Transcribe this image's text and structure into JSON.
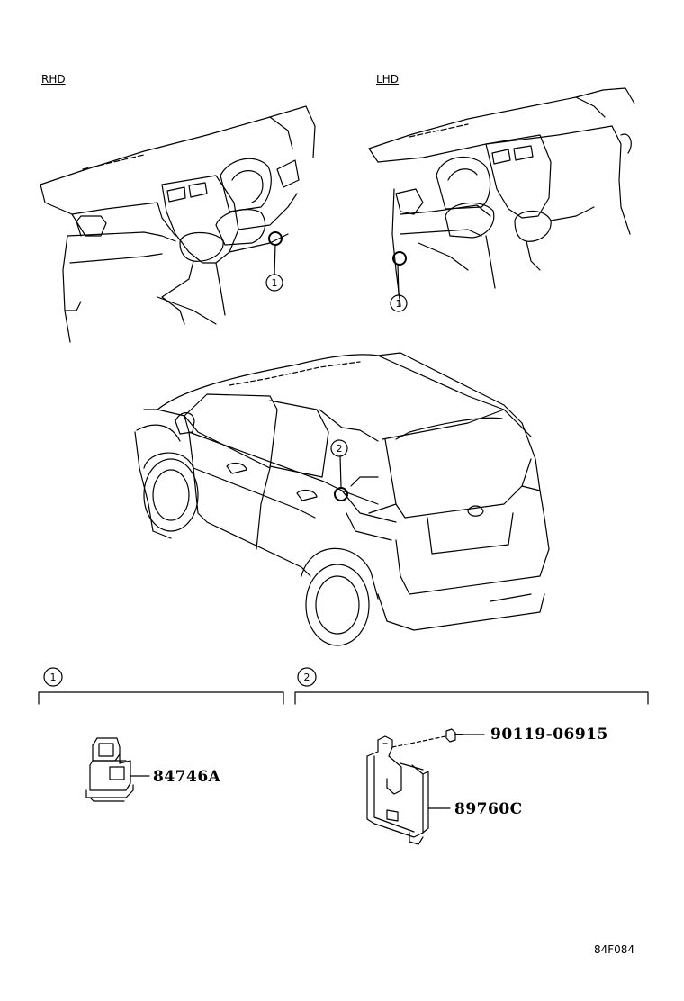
{
  "views": {
    "rhd_label": "RHD",
    "lhd_label": "LHD"
  },
  "callouts": {
    "c1": "1",
    "c2": "2"
  },
  "sections": {
    "s1": "1",
    "s2": "2"
  },
  "parts": {
    "p1": "84746A",
    "p2": "90119-06915",
    "p3": "89760C"
  },
  "diagram_code": "84F084"
}
